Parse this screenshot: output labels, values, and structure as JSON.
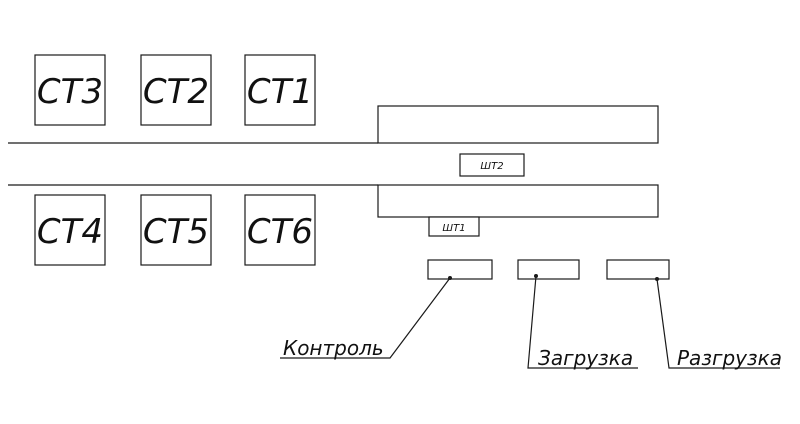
{
  "stations": {
    "st1": "СТ1",
    "st2": "СТ2",
    "st3": "СТ3",
    "st4": "СТ4",
    "st5": "СТ5",
    "st6": "СТ6"
  },
  "shuttles": {
    "sht1": "ШТ1",
    "sht2": "ШТ2"
  },
  "callouts": {
    "control": "Контроль",
    "loading": "Загрузка",
    "unloading": "Разгрузка"
  },
  "colors": {
    "ink": "#1a1a1a",
    "paper": "#ffffff"
  }
}
